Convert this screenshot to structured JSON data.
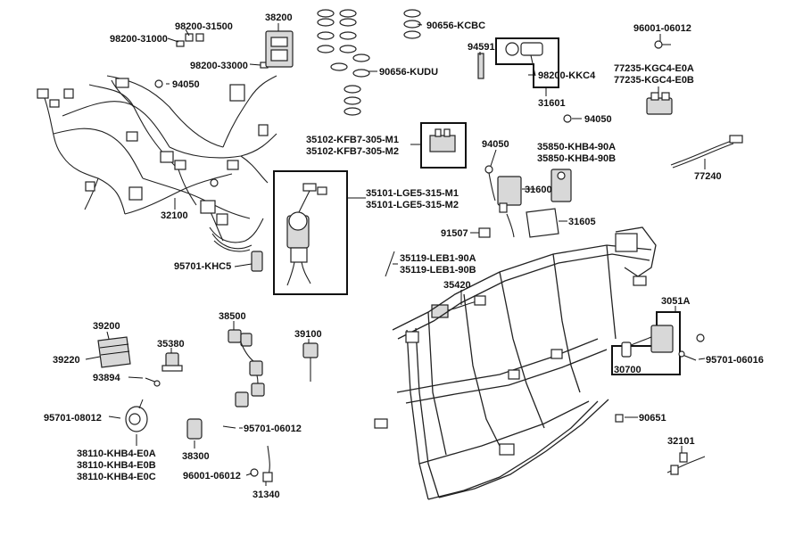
{
  "labels": {
    "p98200_31500": "98200-31500",
    "p98200_31000": "98200-31000",
    "p98200_33000": "98200-33000",
    "p38200": "38200",
    "p94050_a": "94050",
    "p90656_kcbc": "90656-KCBC",
    "p90656_kudu": "90656-KUDU",
    "p94591": "94591",
    "p98200_kkc4": "98200-KKC4",
    "p31601": "31601",
    "p96001_06012_a": "96001-06012",
    "p77235_e0a": "77235-KGC4-E0A",
    "p77235_e0b": "77235-KGC4-E0B",
    "p94050_b": "94050",
    "p35102_m1": "35102-KFB7-305-M1",
    "p35102_m2": "35102-KFB7-305-M2",
    "p94050_c": "94050",
    "p35850_a": "35850-KHB4-90A",
    "p35850_b": "35850-KHB4-90B",
    "p77240": "77240",
    "p32100": "32100",
    "p35101_m1": "35101-LGE5-315-M1",
    "p35101_m2": "35101-LGE5-315-M2",
    "p31600": "31600",
    "p31605": "31605",
    "p91507": "91507",
    "p95701_khc5": "95701-KHC5",
    "p35119_a": "35119-LEB1-90A",
    "p35119_b": "35119-LEB1-90B",
    "p35420": "35420",
    "p3051a": "3051A",
    "p39200": "39200",
    "p38500": "38500",
    "p35380": "35380",
    "p39100": "39100",
    "p39220": "39220",
    "p93894": "93894",
    "p30700": "30700",
    "p95701_06016": "95701-06016",
    "p95701_08012": "95701-08012",
    "p95701_06012": "95701-06012",
    "p90651": "90651",
    "p38300": "38300",
    "p38110_a": "38110-KHB4-E0A",
    "p38110_b": "38110-KHB4-E0B",
    "p38110_c": "38110-KHB4-E0C",
    "p96001_06012_b": "96001-06012",
    "p31340": "31340",
    "p32101": "32101"
  }
}
